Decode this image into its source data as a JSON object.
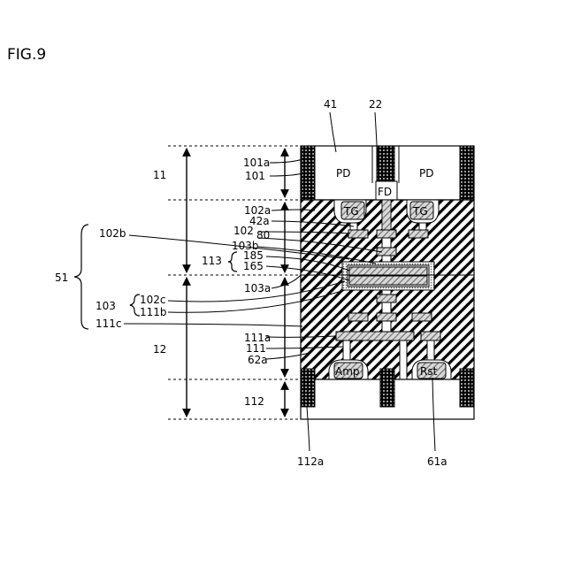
{
  "figure": {
    "title": "FIG.9",
    "labels": {
      "l41": "41",
      "l22": "22",
      "l11": "11",
      "l101a": "101a",
      "l101": "101",
      "pd_left": "PD",
      "pd_right": "PD",
      "fd": "FD",
      "l102a": "102a",
      "l42a": "42a",
      "l102b": "102b",
      "l102": "102",
      "l80": "80",
      "tg_left": "TG",
      "tg_right": "TG",
      "l103b": "103b",
      "l185": "185",
      "l113": "113",
      "l165": "165",
      "l51": "51",
      "l103a": "103a",
      "l103": "103",
      "l102c": "102c",
      "l111b": "111b",
      "l111c": "111c",
      "l12": "12",
      "l111a": "111a",
      "l111": "111",
      "l62a": "62a",
      "amp": "Amp",
      "rst": "Rst",
      "l112": "112",
      "l112a": "112a",
      "l61a": "61a"
    },
    "colors": {
      "line": "#000000",
      "background": "#ffffff",
      "hatch_fill": "#ffffff",
      "dot_fill": "#cfcfcf"
    }
  }
}
